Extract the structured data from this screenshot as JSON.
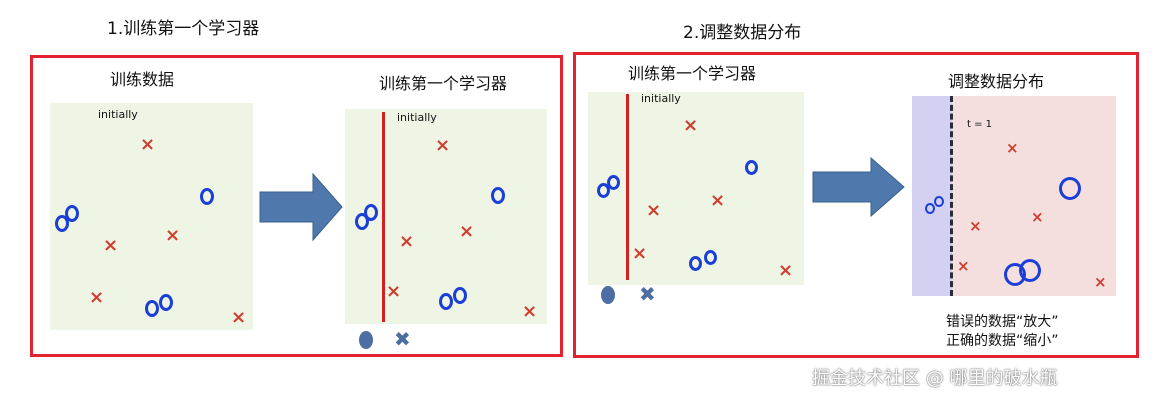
{
  "headings": {
    "step1": "1.训练第一个学习器",
    "step2": "2.调整数据分布"
  },
  "panel1": {
    "left_title": "训练数据",
    "left_note": "initially",
    "right_title": "训练第一个学习器",
    "right_note": "initially"
  },
  "panel2": {
    "left_title": "训练第一个学习器",
    "left_note": "initially",
    "right_title": "调整数据分布",
    "right_note": "t = 1",
    "caption_line1": "错误的数据“放大”",
    "caption_line2": "正确的数据“缩小”"
  },
  "watermark": "掘金技术社区 @ 哪里的破水瓶",
  "colors": {
    "frame": "#e3222f",
    "plot_bg": "#eef5e5",
    "x_mark": "#d13d2f",
    "circle": "#1b3fd6",
    "arrow": "#4f78ad",
    "divider": "#d62020",
    "weight_blue": "#d3d1f1",
    "weight_red": "#f4dede"
  },
  "icons": {
    "x": "×",
    "circle": "○",
    "legend_x": "✖"
  }
}
